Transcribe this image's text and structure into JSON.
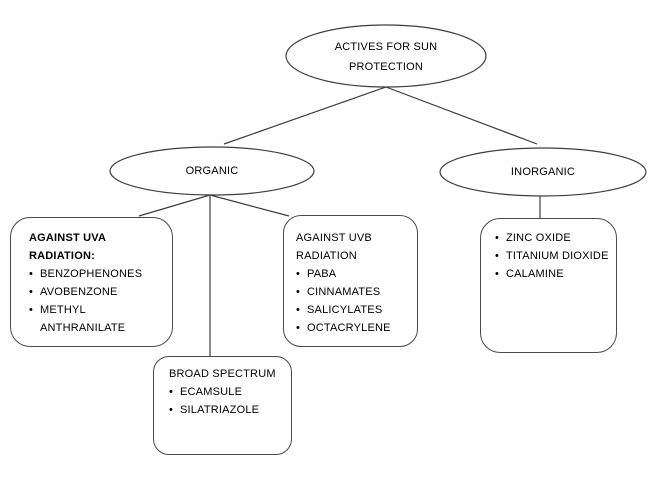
{
  "diagram": {
    "root_node": {
      "label": "ACTIVES FOR SUN PROTECTION"
    },
    "organic_node": {
      "label": "ORGANIC"
    },
    "inorganic_node": {
      "label": "INORGANIC"
    },
    "box_uva": {
      "heading": "AGAINST UVA RADIATION:",
      "items": [
        "BENZOPHENONES",
        "AVOBENZONE",
        "METHYL ANTHRANILATE"
      ]
    },
    "box_uvb": {
      "heading": "AGAINST UVB RADIATION",
      "items": [
        "PABA",
        "CINNAMATES",
        "SALICYLATES",
        "OCTACRYLENE"
      ]
    },
    "box_broad": {
      "heading": "BROAD SPECTRUM",
      "items": [
        "ECAMSULE",
        "SILATRIAZOLE"
      ]
    },
    "box_inorganic": {
      "items": [
        "ZINC OXIDE",
        "TITANIUM DIOXIDE",
        "CALAMINE"
      ]
    },
    "colors": {
      "shape_stroke": "#3d3d3d",
      "box_border": "#4a4a4a",
      "text": "#000000",
      "background": "#ffffff"
    }
  }
}
